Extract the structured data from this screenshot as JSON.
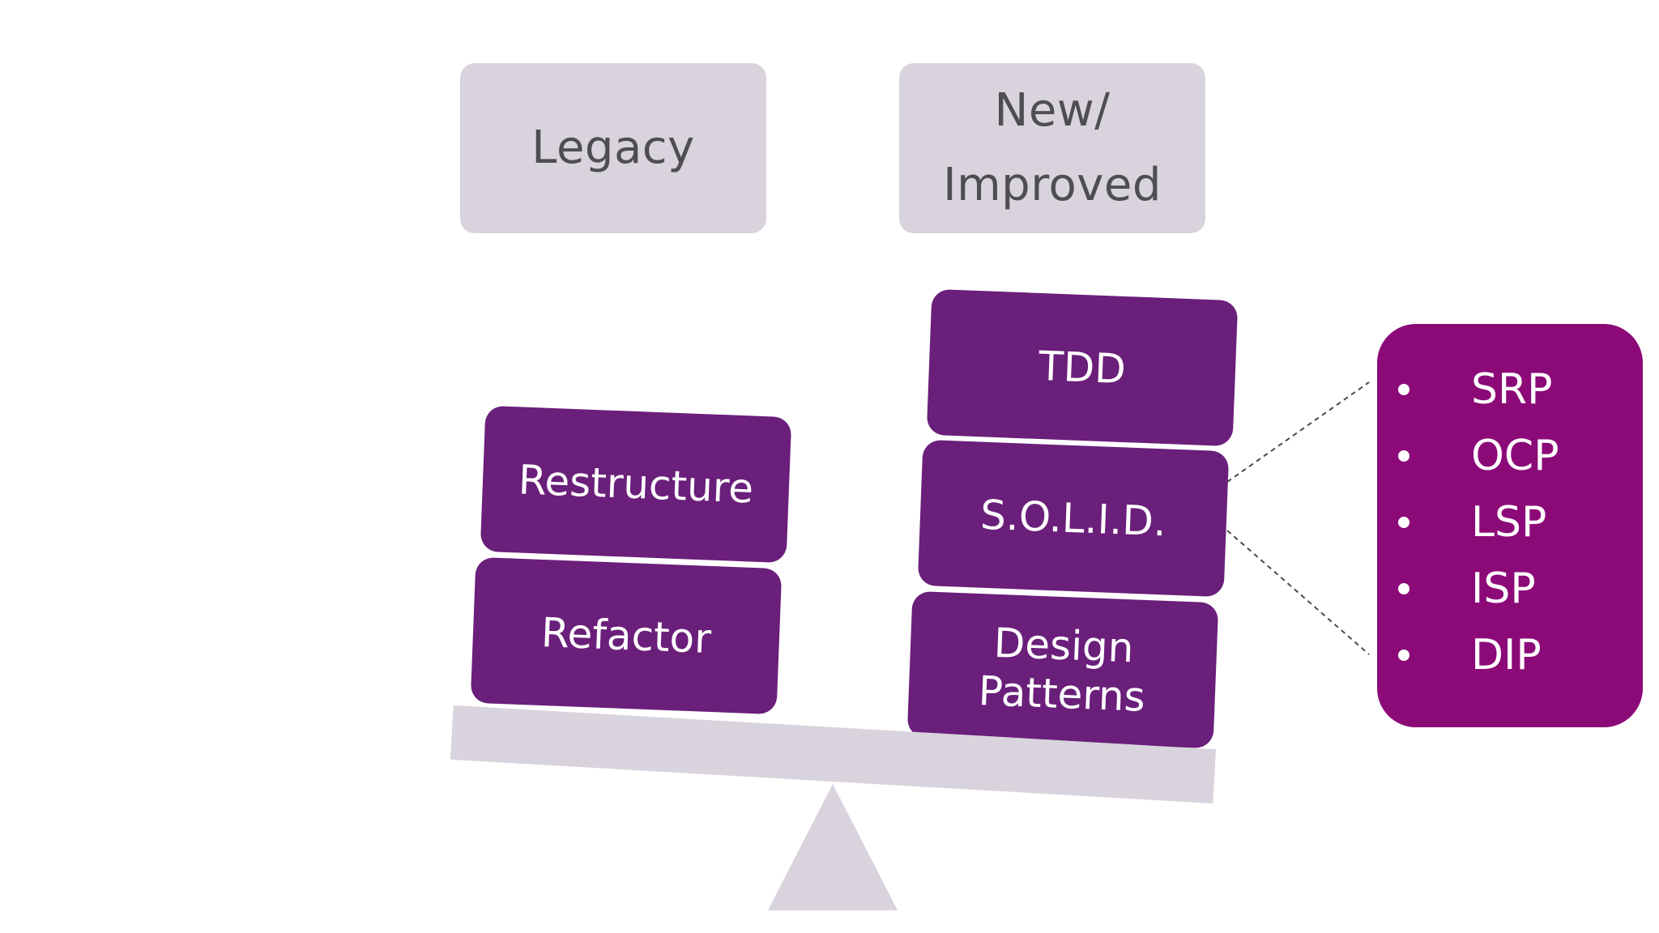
{
  "top_labels": {
    "legacy": "Legacy",
    "new_improved_line1": "New/",
    "new_improved_line2": "Improved"
  },
  "legacy_blocks": {
    "restructure": "Restructure",
    "refactor": "Refactor"
  },
  "improved_blocks": {
    "tdd": "TDD",
    "solid": "S.O.L.I.D.",
    "design_patterns_line1": "Design",
    "design_patterns_line2": "Patterns"
  },
  "solid_principles": [
    "SRP",
    "OCP",
    "LSP",
    "ISP",
    "DIP"
  ],
  "colors": {
    "block_purple": "#6a1f7a",
    "list_magenta": "#8c0a78",
    "neutral_gray": "#d8d3dd",
    "label_text": "#4e4e52"
  }
}
